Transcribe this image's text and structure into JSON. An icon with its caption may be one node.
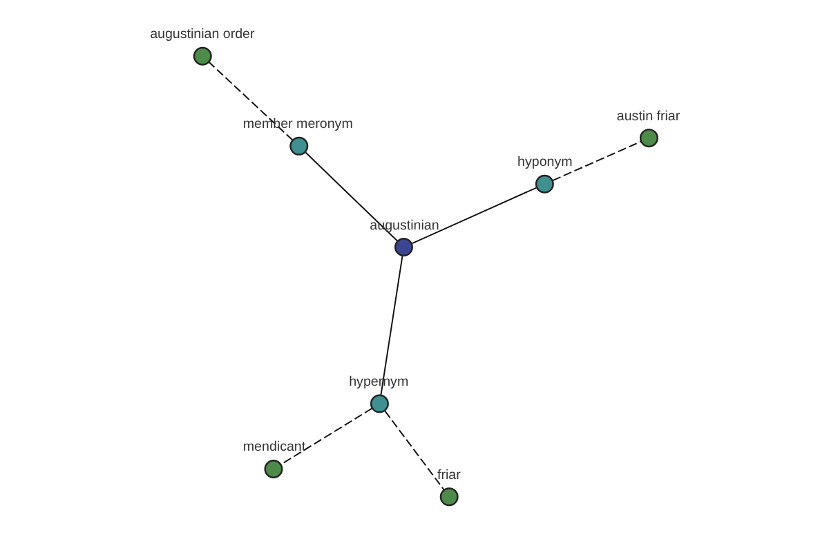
{
  "diagram": {
    "nodes": [
      {
        "text": [],
        "shape": "circle",
        "beside": [
          "augustinian order"
        ]
      },
      {
        "text": [],
        "shape": "circle",
        "beside": [
          "member meronym"
        ]
      },
      {
        "text": [],
        "shape": "circle",
        "beside": [
          "friar"
        ]
      },
      {
        "text": [],
        "shape": "circle",
        "beside": [
          "augustinian"
        ]
      },
      {
        "text": [],
        "shape": "circle",
        "beside": [
          "hypernym"
        ]
      },
      {
        "text": [],
        "shape": "circle",
        "beside": [
          "hyponym"
        ]
      },
      {
        "text": [],
        "shape": "circle",
        "beside": [
          "mendicant"
        ]
      },
      {
        "text": [],
        "shape": "circle",
        "beside": [
          "austin friar"
        ]
      }
    ],
    "edges": [
      {
        "from": 3,
        "to": 1,
        "arrow": "none"
      },
      {
        "from": 3,
        "to": 4,
        "arrow": "none"
      },
      {
        "from": 3,
        "to": 5,
        "arrow": "none"
      },
      {
        "from": 1,
        "to": 0,
        "arrow": "none",
        "style": "dashed"
      },
      {
        "from": 4,
        "to": 2,
        "arrow": "none",
        "style": "dashed"
      },
      {
        "from": 4,
        "to": 6,
        "arrow": "none",
        "style": "dashed"
      },
      {
        "from": 5,
        "to": 7,
        "arrow": "none",
        "style": "dashed"
      }
    ]
  }
}
